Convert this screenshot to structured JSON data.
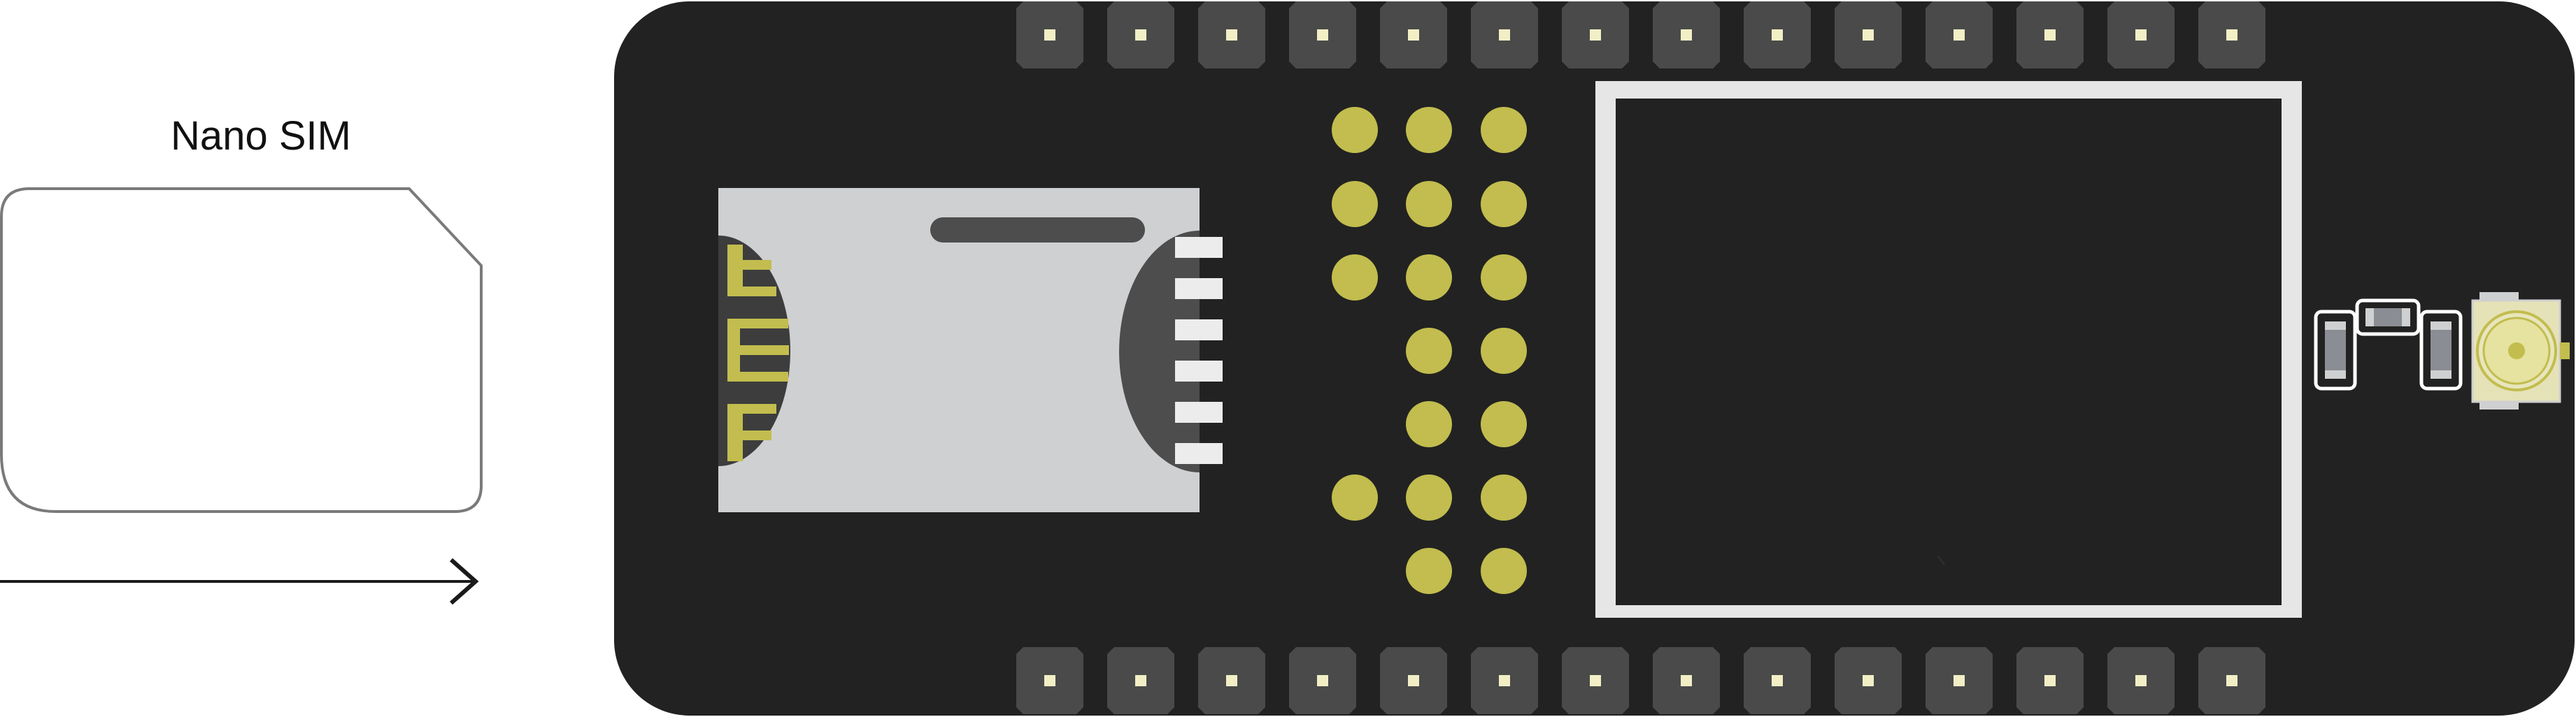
{
  "sim_card": {
    "label": "Nano SIM",
    "outline_color": "#7a7a7a",
    "fill_color": "#ffffff"
  },
  "insert_arrow": {
    "direction": "right",
    "color": "#1a1a1a"
  },
  "board": {
    "fill_color": "#222222",
    "header_pin_rows": 2,
    "header_pins_per_row": 14,
    "header_pin_color": "#4a4a4a",
    "header_pin_dot_color": "#f2efc6",
    "test_pad_color": "#c2bd4e",
    "test_pad_columns": 3,
    "test_pads_per_column": [
      4,
      7,
      7
    ],
    "sim_socket_color": "#cfd0d2",
    "module_frame_color": "#e6e6e6",
    "antenna_connector_color": "#e5e2b8",
    "components_color": "#8a8d93"
  }
}
